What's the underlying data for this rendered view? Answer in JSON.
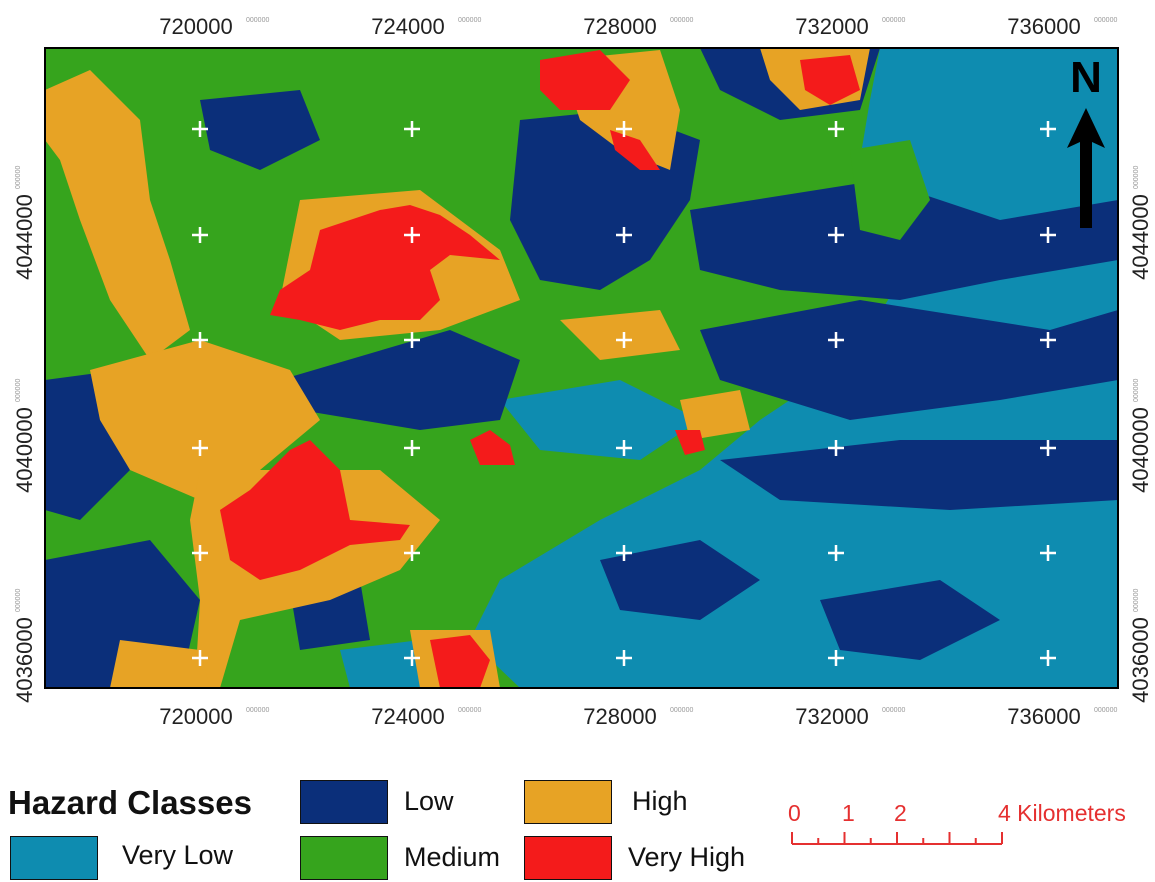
{
  "colors": {
    "very_low": "#0e8cb0",
    "low": "#0b2f7a",
    "medium": "#36a41d",
    "high": "#e7a325",
    "very_high": "#f41b1b",
    "grid_cross": "#ffffff",
    "scale": "#e53030",
    "frame": "#000000"
  },
  "axes": {
    "x_ticks": [
      "720000",
      "724000",
      "728000",
      "732000",
      "736000"
    ],
    "y_ticks": [
      "4044000",
      "4040000",
      "4036000"
    ],
    "tick_sup": "000000"
  },
  "north_arrow": {
    "label": "N"
  },
  "legend": {
    "title": "Hazard Classes",
    "classes": [
      {
        "key": "very_low",
        "label": "Very Low"
      },
      {
        "key": "low",
        "label": "Low"
      },
      {
        "key": "medium",
        "label": "Medium"
      },
      {
        "key": "high",
        "label": "High"
      },
      {
        "key": "very_high",
        "label": "Very High"
      }
    ]
  },
  "scale_bar": {
    "labels": [
      "0",
      "1",
      "2",
      "4 Kilometers"
    ],
    "unit": "Kilometers"
  }
}
